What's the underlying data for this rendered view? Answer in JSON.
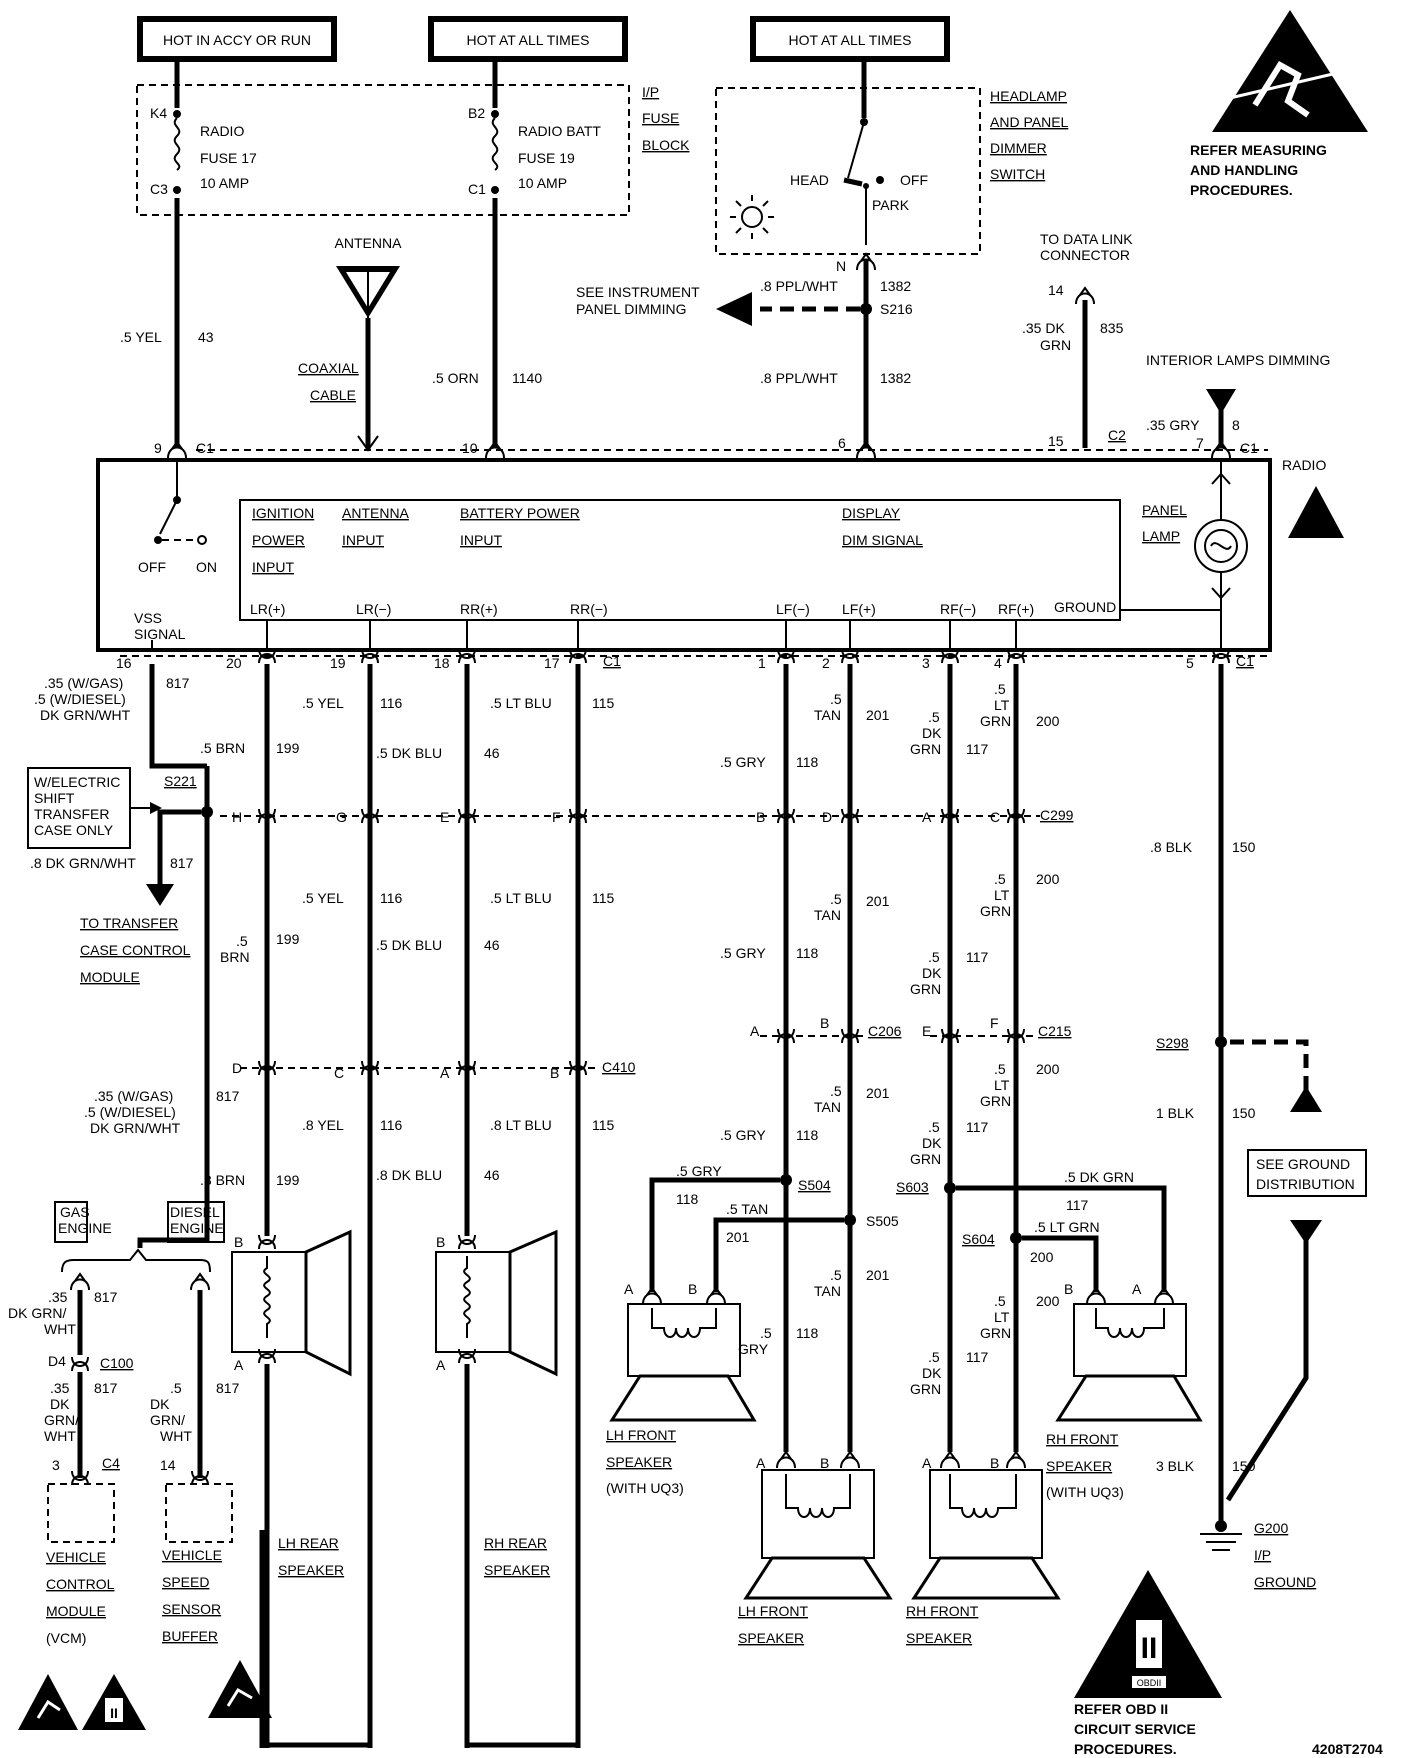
{
  "sources": {
    "accy_run": "HOT IN ACCY OR RUN",
    "batt1": "HOT AT ALL TIMES",
    "batt2": "HOT AT ALL TIMES"
  },
  "fuse_block": {
    "label": [
      "I/P",
      "FUSE",
      "BLOCK"
    ],
    "fuse17": {
      "name": "RADIO",
      "id": "FUSE 17",
      "rating": "10 AMP",
      "in": "K4",
      "out": "C3"
    },
    "fuse19": {
      "name": "RADIO BATT",
      "id": "FUSE 19",
      "rating": "10 AMP",
      "in": "B2",
      "out": "C1"
    }
  },
  "dimmer_switch": {
    "label": [
      "HEADLAMP",
      "AND PANEL",
      "DIMMER",
      "SWITCH"
    ],
    "head": "HEAD",
    "off": "OFF",
    "park": "PARK",
    "terminal": "N"
  },
  "esd_note": [
    "REFER MEASURING",
    "AND HANDLING",
    "PROCEDURES."
  ],
  "antenna": {
    "label": "ANTENNA",
    "cable": [
      "COAXIAL",
      "CABLE"
    ]
  },
  "top_wires": {
    "w43": {
      "gauge": ".5 YEL",
      "circuit": "43"
    },
    "w1140": {
      "gauge": ".5 ORN",
      "circuit": "1140"
    },
    "w1382a": {
      "gauge": ".8 PPL/WHT",
      "circuit": "1382"
    },
    "w1382b": {
      "gauge": ".8 PPL/WHT",
      "circuit": "1382"
    },
    "s216": "S216",
    "ipd": [
      "SEE INSTRUMENT",
      "PANEL DIMMING"
    ],
    "dlc": [
      "TO DATA LINK",
      "CONNECTOR"
    ],
    "dlc_pin": "14",
    "w835": {
      "gauge": [
        ".35 DK",
        "GRN"
      ],
      "circuit": "835"
    },
    "ild": "INTERIOR LAMPS DIMMING",
    "w8": {
      "gauge": ".35 GRY",
      "circuit": "8"
    }
  },
  "radio": {
    "label": "RADIO",
    "pins_top": {
      "p9": "9",
      "p10": "10",
      "p6": "6",
      "p15": "15",
      "p7": "7",
      "c1a": "C1",
      "c2": "C2",
      "c1b": "C1"
    },
    "off": "OFF",
    "on": "ON",
    "vss": [
      "VSS",
      "SIGNAL"
    ],
    "inputs": {
      "ign": [
        "IGNITION",
        "POWER",
        "INPUT"
      ],
      "ant": [
        "ANTENNA",
        "INPUT"
      ],
      "bat": [
        "BATTERY POWER",
        "INPUT"
      ],
      "dim": [
        "DISPLAY",
        "DIM SIGNAL"
      ],
      "lamp": [
        "PANEL",
        "LAMP"
      ],
      "ground": "GROUND"
    },
    "speaker_outs": [
      "LR(+)",
      "LR(−)",
      "RR(+)",
      "RR(−)",
      "LF(−)",
      "LF(+)",
      "RF(−)",
      "RF(+)"
    ],
    "pins_bottom": [
      "16",
      "20",
      "19",
      "18",
      "17",
      "C1",
      "1",
      "2",
      "3",
      "4",
      "5",
      "C1"
    ]
  },
  "labels": {
    "w817a": [
      ".35 (W/GAS)",
      ".5 (W/DIESEL)",
      "DK GRN/WHT"
    ],
    "c817": "817",
    "s221": "S221",
    "electric_shift": [
      "W/ELECTRIC",
      "SHIFT",
      "TRANSFER",
      "CASE ONLY"
    ],
    "w817b": ".8 DK GRN/WHT",
    "tccm": [
      "TO TRANSFER",
      "CASE CONTROL",
      "MODULE"
    ],
    "w817c": [
      ".35 (W/GAS)",
      ".5 (W/DIESEL)",
      "DK GRN/WHT"
    ],
    "gas": [
      "GAS",
      "ENGINE"
    ],
    "diesel": [
      "DIESEL",
      "ENGINE"
    ],
    "w817d": [
      ".35",
      "DK GRN/",
      "WHT"
    ],
    "d4": "D4",
    "c100": "C100",
    "w817e": [
      ".35",
      "DK",
      "GRN/",
      "WHT"
    ],
    "w817f": [
      ".5",
      "DK",
      "GRN/",
      "WHT"
    ],
    "p3": "3",
    "c4": "C4",
    "p14": "14",
    "vcm": [
      "VEHICLE",
      "CONTROL",
      "MODULE",
      "(VCM)"
    ],
    "vssb": [
      "VEHICLE",
      "SPEED",
      "SENSOR",
      "BUFFER"
    ],
    "rear": {
      "brn_a": ".5 BRN",
      "brn_b": [
        ".5",
        "BRN"
      ],
      "brn_c": ".8 BRN",
      "c199": "199",
      "yel_a": ".5 YEL",
      "yel_c": ".8 YEL",
      "c116": "116",
      "dkblu_a": ".5 DK BLU",
      "dkblu_c": ".8 DK BLU",
      "c46": "46",
      "ltblu_a": ".5 LT BLU",
      "ltblu_c": ".8 LT BLU",
      "c115": "115"
    },
    "c299": "C299",
    "c299_pins": [
      "H",
      "G",
      "E",
      "F",
      "B",
      "D",
      "A",
      "C"
    ],
    "c410": "C410",
    "c410_pins": [
      "D",
      "C",
      "A",
      "B"
    ],
    "c206": "C206",
    "c206_pins": [
      "A",
      "B"
    ],
    "c215": "C215",
    "c215_pins": [
      "E",
      "F"
    ],
    "front": {
      "gry": ".5 GRY",
      "gry_v": [
        ".5",
        "GRY"
      ],
      "c118": "118",
      "tan": [
        ".5",
        "TAN"
      ],
      "tan_h": ".5 TAN",
      "c201": "201",
      "dkgrn": [
        ".5",
        "DK",
        "GRN"
      ],
      "dkgrn_h": ".5 DK GRN",
      "c117": "117",
      "ltgrn": [
        ".5",
        "LT",
        "GRN"
      ],
      "ltgrn_h": ".5 LT GRN",
      "c200": "200"
    },
    "blk_a": ".8 BLK",
    "blk_b": "1 BLK",
    "blk_c": "3 BLK",
    "c150": "150",
    "s298": "S298",
    "ground_dist": [
      "SEE GROUND",
      "DISTRIBUTION"
    ],
    "s504": "S504",
    "s505": "S505",
    "s603": "S603",
    "s604": "S604",
    "g200": [
      "G200",
      "I/P",
      "GROUND"
    ],
    "lh_rear": [
      "LH REAR",
      "SPEAKER"
    ],
    "rh_rear": [
      "RH REAR",
      "SPEAKER"
    ],
    "lh_front_uq3": [
      "LH FRONT",
      "SPEAKER",
      "(WITH UQ3)"
    ],
    "rh_front_uq3": [
      "RH FRONT",
      "SPEAKER",
      "(WITH UQ3)"
    ],
    "lh_front": [
      "LH FRONT",
      "SPEAKER"
    ],
    "rh_front": [
      "RH FRONT",
      "SPEAKER"
    ],
    "pin_a": "A",
    "pin_b": "B"
  },
  "obd": {
    "symbol": "II",
    "tag": "OBDII",
    "note": [
      "REFER OBD II",
      "CIRCUIT SERVICE",
      "PROCEDURES."
    ]
  },
  "docid": "4208T2704"
}
